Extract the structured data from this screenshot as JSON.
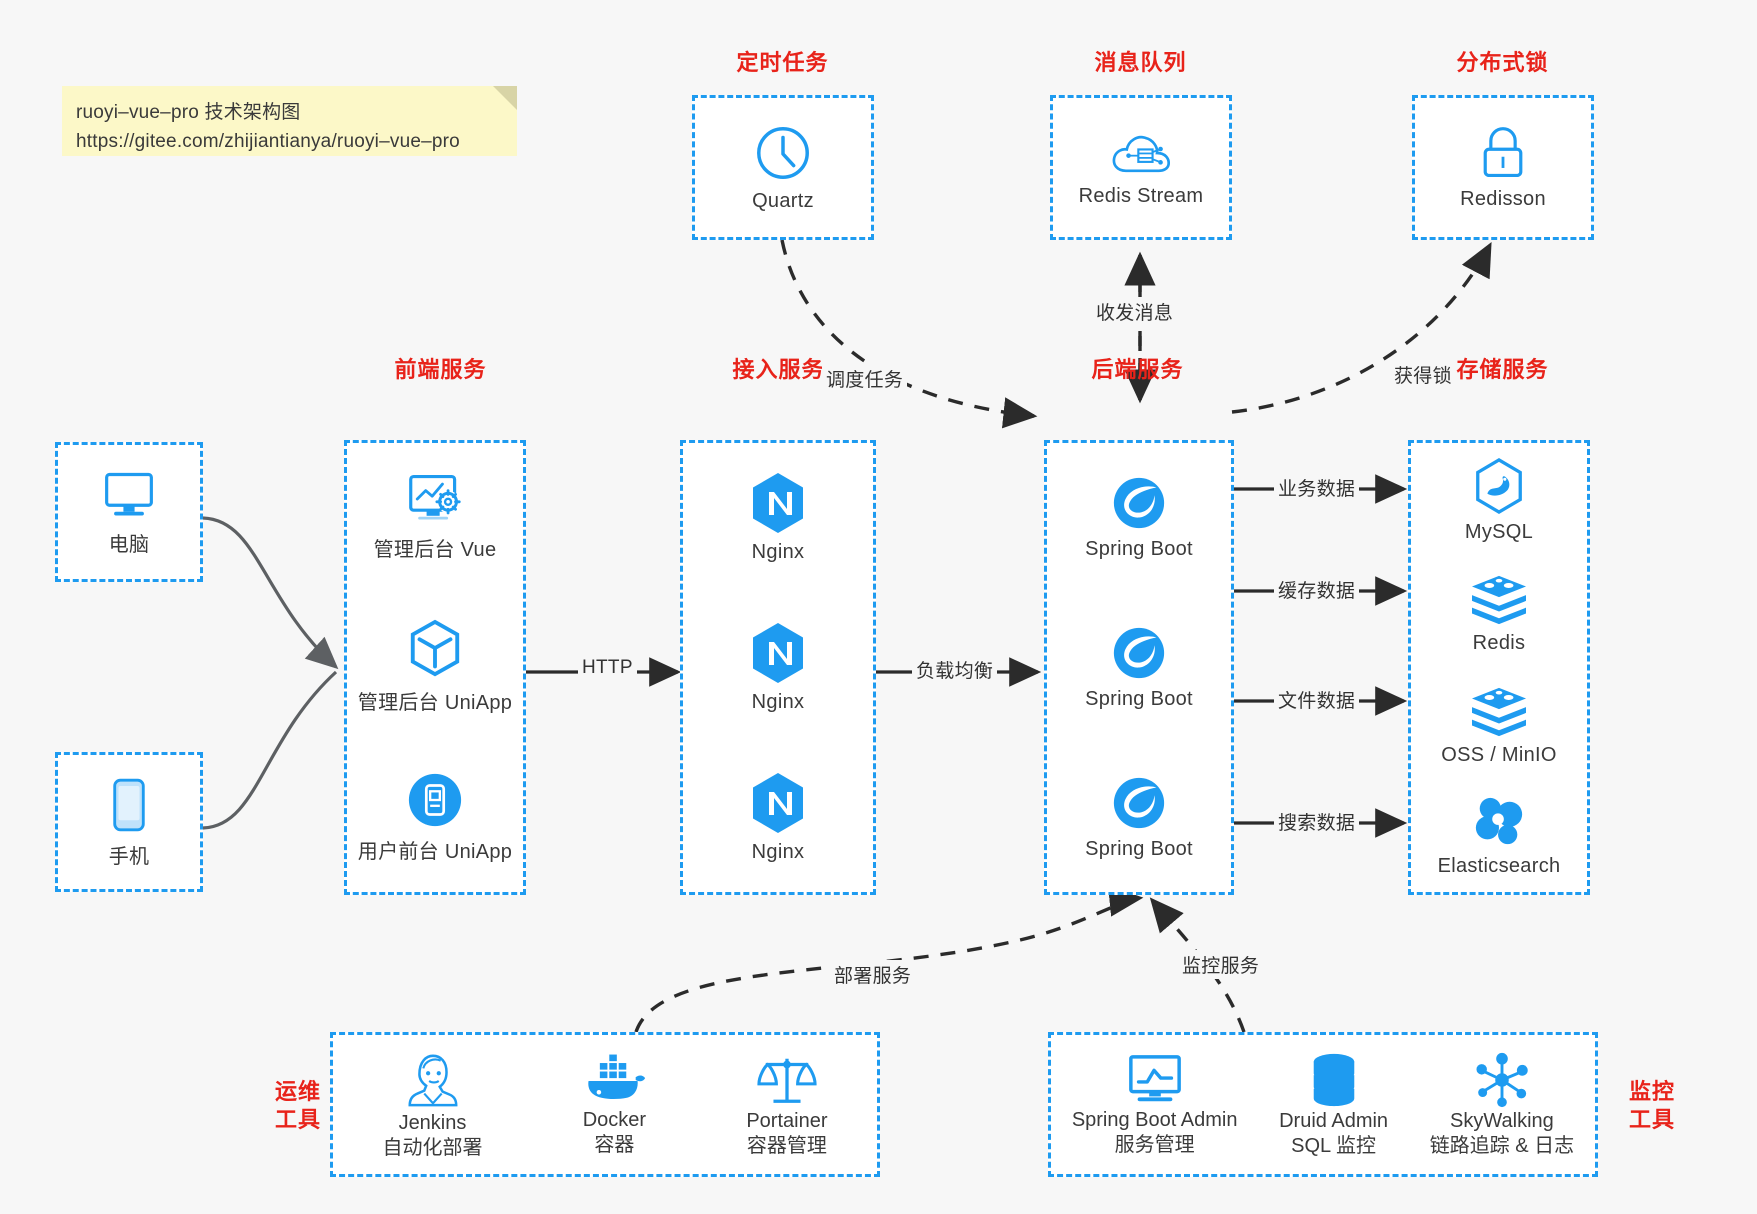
{
  "diagram": {
    "title": "ruoyi-vue-pro 技术架构图",
    "note": {
      "line1": "ruoyi–vue–pro 技术架构图",
      "line2": "https://gitee.com/zhijiantianya/ruoyi–vue–pro"
    },
    "accent_blue": "#1e9bf0",
    "title_red": "#e8231a",
    "background": "#f7f7f7",
    "groups": {
      "scheduled_task": {
        "title": "定时任务",
        "items": [
          {
            "label": "Quartz",
            "icon": "clock-icon"
          }
        ]
      },
      "message_queue": {
        "title": "消息队列",
        "items": [
          {
            "label": "Redis Stream",
            "icon": "cloud-network-icon"
          }
        ]
      },
      "distributed_lock": {
        "title": "分布式锁",
        "items": [
          {
            "label": "Redisson",
            "icon": "lock-icon"
          }
        ]
      },
      "clients": {
        "items": [
          {
            "label": "电脑",
            "icon": "desktop-icon"
          },
          {
            "label": "手机",
            "icon": "mobile-icon"
          }
        ]
      },
      "frontend": {
        "title": "前端服务",
        "items": [
          {
            "label": "管理后台 Vue",
            "icon": "dashboard-gear-icon"
          },
          {
            "label": "管理后台 UniApp",
            "icon": "cube-icon"
          },
          {
            "label": "用户前台 UniApp",
            "icon": "phone-app-icon"
          }
        ]
      },
      "gateway": {
        "title": "接入服务",
        "items": [
          {
            "label": "Nginx",
            "icon": "nginx-icon"
          },
          {
            "label": "Nginx",
            "icon": "nginx-icon"
          },
          {
            "label": "Nginx",
            "icon": "nginx-icon"
          }
        ]
      },
      "backend": {
        "title": "后端服务",
        "items": [
          {
            "label": "Spring Boot",
            "icon": "spring-icon"
          },
          {
            "label": "Spring Boot",
            "icon": "spring-icon"
          },
          {
            "label": "Spring Boot",
            "icon": "spring-icon"
          }
        ]
      },
      "storage": {
        "title": "存储服务",
        "items": [
          {
            "label": "MySQL",
            "icon": "mysql-icon"
          },
          {
            "label": "Redis",
            "icon": "redis-icon"
          },
          {
            "label": "OSS / MinIO",
            "icon": "redis-icon"
          },
          {
            "label": "Elasticsearch",
            "icon": "elasticsearch-icon"
          }
        ]
      },
      "devops": {
        "title_line1": "运维",
        "title_line2": "工具",
        "items": [
          {
            "name": "Jenkins",
            "desc": "自动化部署",
            "icon": "jenkins-icon"
          },
          {
            "name": "Docker",
            "desc": "容器",
            "icon": "docker-icon"
          },
          {
            "name": "Portainer",
            "desc": "容器管理",
            "icon": "scales-icon"
          }
        ]
      },
      "monitoring": {
        "title_line1": "监控",
        "title_line2": "工具",
        "items": [
          {
            "name": "Spring Boot Admin",
            "desc": "服务管理",
            "icon": "monitor-chart-icon"
          },
          {
            "name": "Druid Admin",
            "desc": "SQL 监控",
            "icon": "database-icon"
          },
          {
            "name": "SkyWalking",
            "desc": "链路追踪 & 日志",
            "icon": "skywalking-icon"
          }
        ]
      }
    },
    "edges": [
      {
        "id": "http",
        "label": "HTTP"
      },
      {
        "id": "load-balance",
        "label": "负载均衡"
      },
      {
        "id": "schedule-task",
        "label": "调度任务"
      },
      {
        "id": "send-receive-message",
        "label": "收发消息"
      },
      {
        "id": "acquire-lock",
        "label": "获得锁"
      },
      {
        "id": "business-data",
        "label": "业务数据"
      },
      {
        "id": "cache-data",
        "label": "缓存数据"
      },
      {
        "id": "file-data",
        "label": "文件数据"
      },
      {
        "id": "search-data",
        "label": "搜索数据"
      },
      {
        "id": "deploy-service",
        "label": "部署服务"
      },
      {
        "id": "monitor-service",
        "label": "监控服务"
      }
    ]
  }
}
